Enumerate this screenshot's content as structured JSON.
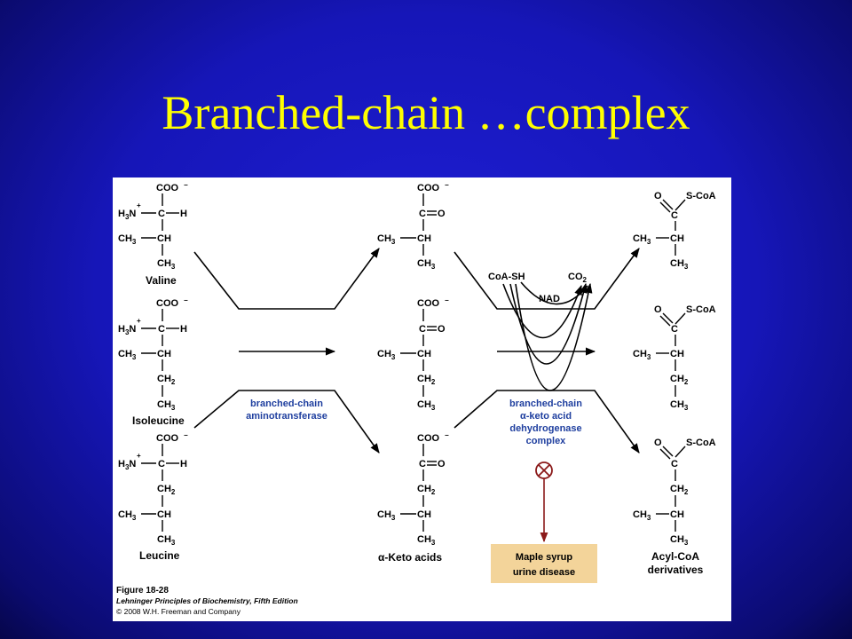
{
  "slide": {
    "title": "Branched-chain …complex"
  },
  "figure": {
    "atoms": {
      "coo": "COO",
      "h3n": "H",
      "c": "C",
      "h": "H",
      "ch3": "CH",
      "ch2": "CH",
      "ch": "CH",
      "o": "O",
      "scoa": "S-CoA"
    },
    "compounds": {
      "valine": "Valine",
      "isoleucine": "Isoleucine",
      "leucine": "Leucine"
    },
    "alpha_keto_acids": "α-Keto acids",
    "acyl_coa": [
      "Acyl-CoA",
      "derivatives"
    ],
    "enzymes": {
      "aminotransferase": [
        "branched-chain",
        "aminotransferase"
      ],
      "dehydrogenase": [
        "branched-chain",
        "α-keto acid",
        "dehydrogenase",
        "complex"
      ]
    },
    "cofactors": {
      "coa_sh": "CoA-SH",
      "co2": "CO",
      "nad": "NAD"
    },
    "disease": [
      "Maple syrup",
      "urine disease"
    ],
    "caption": {
      "figure": "Figure 18-28",
      "book": "Lehninger Principles of Biochemistry, Fifth Edition",
      "copyright": "© 2008 W.H. Freeman and Company"
    },
    "colors": {
      "title": "#ffff00",
      "enzyme_text": "#1f3f9f",
      "inhibition": "#8b1a1a",
      "disease_box": "#f3d49a",
      "background": "#1616b8"
    }
  }
}
